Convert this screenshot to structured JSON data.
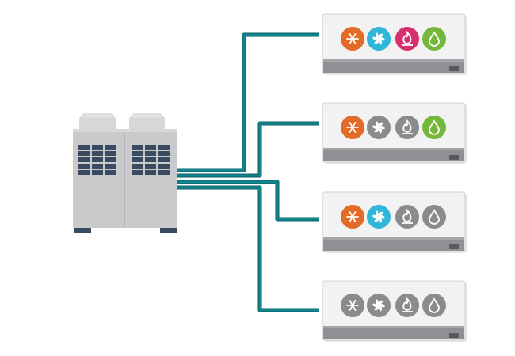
{
  "colors": {
    "pipe": "#12848e",
    "pipe_shadow": "#0b5f66",
    "outdoor_body": "#c9cacc",
    "outdoor_body_dark": "#b6b8bb",
    "outdoor_top": "#d6d7d9",
    "vent": "#3a4a60",
    "indoor_body": "#f2f2f3",
    "indoor_trim": "#cfd0d2",
    "indoor_bottom": "#8e9093",
    "indoor_display": "#57595c",
    "inactive": "#8a8b8d",
    "cool": "#e26b27",
    "fan": "#2fb6d9",
    "heat": "#d6306f",
    "dry": "#74b73a"
  },
  "outdoor_unit": {
    "name": "outdoor-condenser"
  },
  "indoor_units": [
    {
      "name": "indoor-unit-1",
      "modes": [
        {
          "icon": "snowflake-icon",
          "color": "cool"
        },
        {
          "icon": "fan-icon",
          "color": "fan"
        },
        {
          "icon": "flame-icon",
          "color": "heat"
        },
        {
          "icon": "droplet-icon",
          "color": "dry"
        }
      ]
    },
    {
      "name": "indoor-unit-2",
      "modes": [
        {
          "icon": "snowflake-icon",
          "color": "cool"
        },
        {
          "icon": "fan-icon",
          "color": "inactive"
        },
        {
          "icon": "flame-icon",
          "color": "inactive"
        },
        {
          "icon": "droplet-icon",
          "color": "dry"
        }
      ]
    },
    {
      "name": "indoor-unit-3",
      "modes": [
        {
          "icon": "snowflake-icon",
          "color": "cool"
        },
        {
          "icon": "fan-icon",
          "color": "fan"
        },
        {
          "icon": "flame-icon",
          "color": "inactive"
        },
        {
          "icon": "droplet-icon",
          "color": "inactive"
        }
      ]
    },
    {
      "name": "indoor-unit-4",
      "modes": [
        {
          "icon": "snowflake-icon",
          "color": "inactive"
        },
        {
          "icon": "fan-icon",
          "color": "inactive"
        },
        {
          "icon": "flame-icon",
          "color": "inactive"
        },
        {
          "icon": "droplet-icon",
          "color": "inactive"
        }
      ]
    }
  ]
}
